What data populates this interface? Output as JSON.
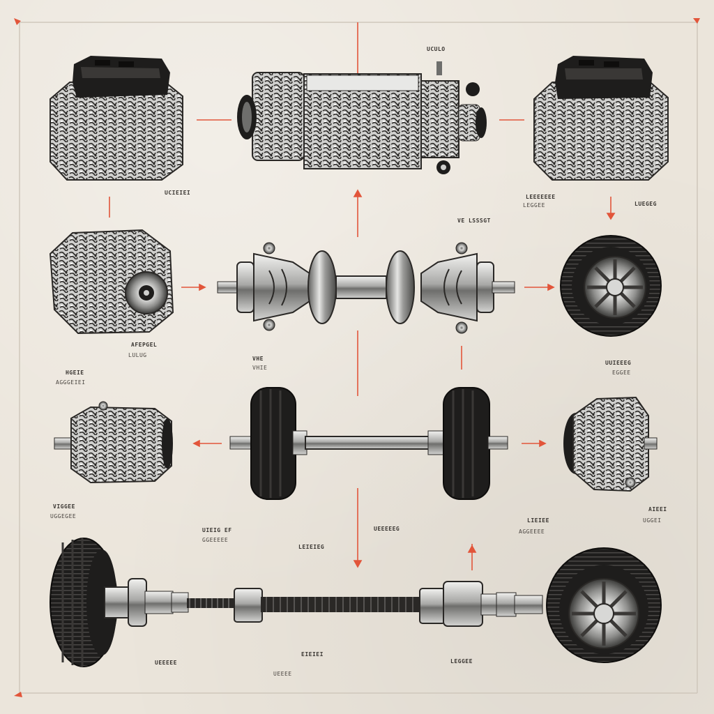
{
  "colors": {
    "paper": "#ebe5db",
    "ink": "#2a2826",
    "steel": "#9a9a98",
    "arrow": "#e2553a",
    "frame": "#cfc7bb"
  },
  "labels": [
    {
      "id": "l1",
      "text": "UCULO"
    },
    {
      "id": "l2",
      "text": "UCIEIEI"
    },
    {
      "id": "l3",
      "text": "LEEEEEEE"
    },
    {
      "id": "l4",
      "text": "VE LSSSGT"
    },
    {
      "id": "l5",
      "text": "LUEGEG"
    },
    {
      "id": "l6",
      "text": "AFEPGEL"
    },
    {
      "id": "l7",
      "text": "LULUG"
    },
    {
      "id": "l8",
      "text": "HGEIE"
    },
    {
      "id": "l9",
      "text": "AGGGEIEI"
    },
    {
      "id": "l10",
      "text": "VHE"
    },
    {
      "id": "l11",
      "text": "VHIE"
    },
    {
      "id": "l12",
      "text": "UUIEEEG"
    },
    {
      "id": "l13",
      "text": "EGGEE"
    },
    {
      "id": "l14",
      "text": "VIGGEE"
    },
    {
      "id": "l15",
      "text": "UGGEGEE"
    },
    {
      "id": "l16",
      "text": "UIEIG EF"
    },
    {
      "id": "l17",
      "text": "GGEEEEE"
    },
    {
      "id": "l18",
      "text": "LEIEIEG"
    },
    {
      "id": "l19",
      "text": "UEEEEEG"
    },
    {
      "id": "l20",
      "text": "LIEIEE"
    },
    {
      "id": "l21",
      "text": "AGGEEEE"
    },
    {
      "id": "l22",
      "text": "AIEEI"
    },
    {
      "id": "l23",
      "text": "UGGEI"
    },
    {
      "id": "l24",
      "text": "UEEEEE"
    },
    {
      "id": "l25",
      "text": "EIEIEI"
    },
    {
      "id": "l26",
      "text": "UEEEE"
    },
    {
      "id": "l27",
      "text": "LEGGEE"
    }
  ]
}
